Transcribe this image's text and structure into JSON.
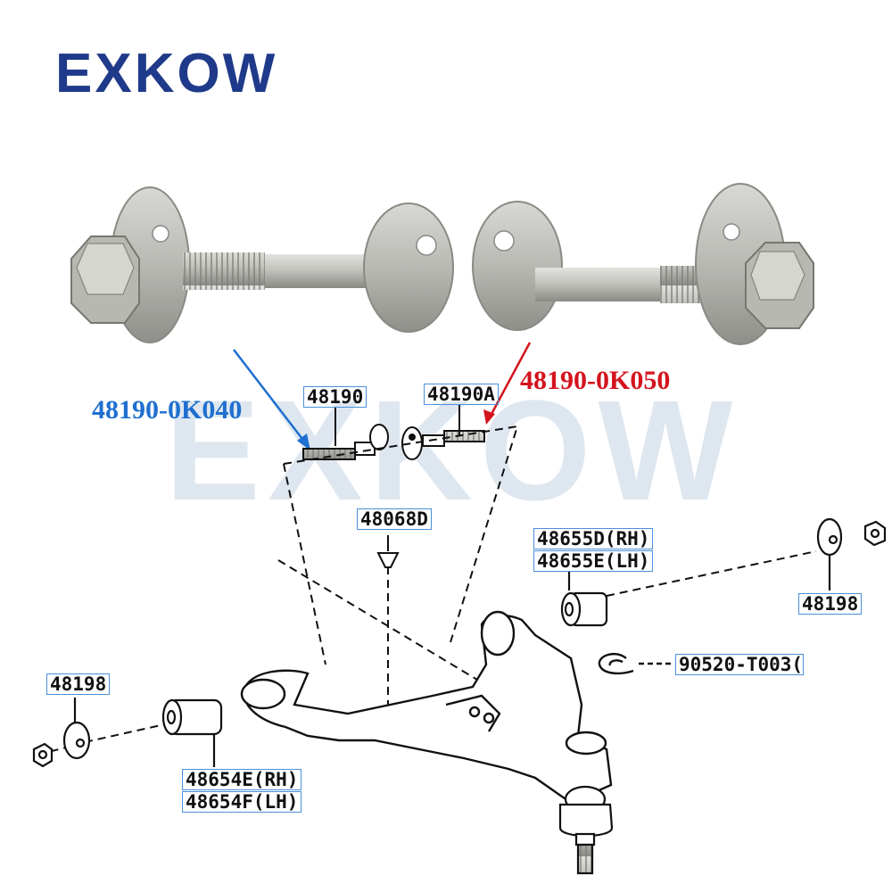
{
  "brand": "EXKOW",
  "watermark": "EXKOW",
  "colors": {
    "brand": "#1f3a8a",
    "blue_callout": "#1e6fd0",
    "red_callout": "#d4141d",
    "label_frame": "#4a90d9",
    "watermark": "#d9e3ee"
  },
  "callouts": {
    "blue_part": "48190-0K040",
    "red_part": "48190-0K050"
  },
  "labels": {
    "p48190": "48190",
    "p48190A": "48190A",
    "p48068D": "48068D",
    "p48655D": "48655D(RH)",
    "p48655E": "48655E(LH)",
    "p48198_right": "48198",
    "p90520": "90520-T003(",
    "p48198_left": "48198",
    "p48654E": "48654E(RH)",
    "p48654F": "48654F(LH)"
  },
  "icons": [
    "cam-bolt-photo",
    "cam-bolt-photo-mirrored",
    "control-arm-diagram",
    "ball-joint-icon",
    "nut-icon",
    "washer-icon",
    "bushing-icon",
    "snap-ring-icon"
  ]
}
